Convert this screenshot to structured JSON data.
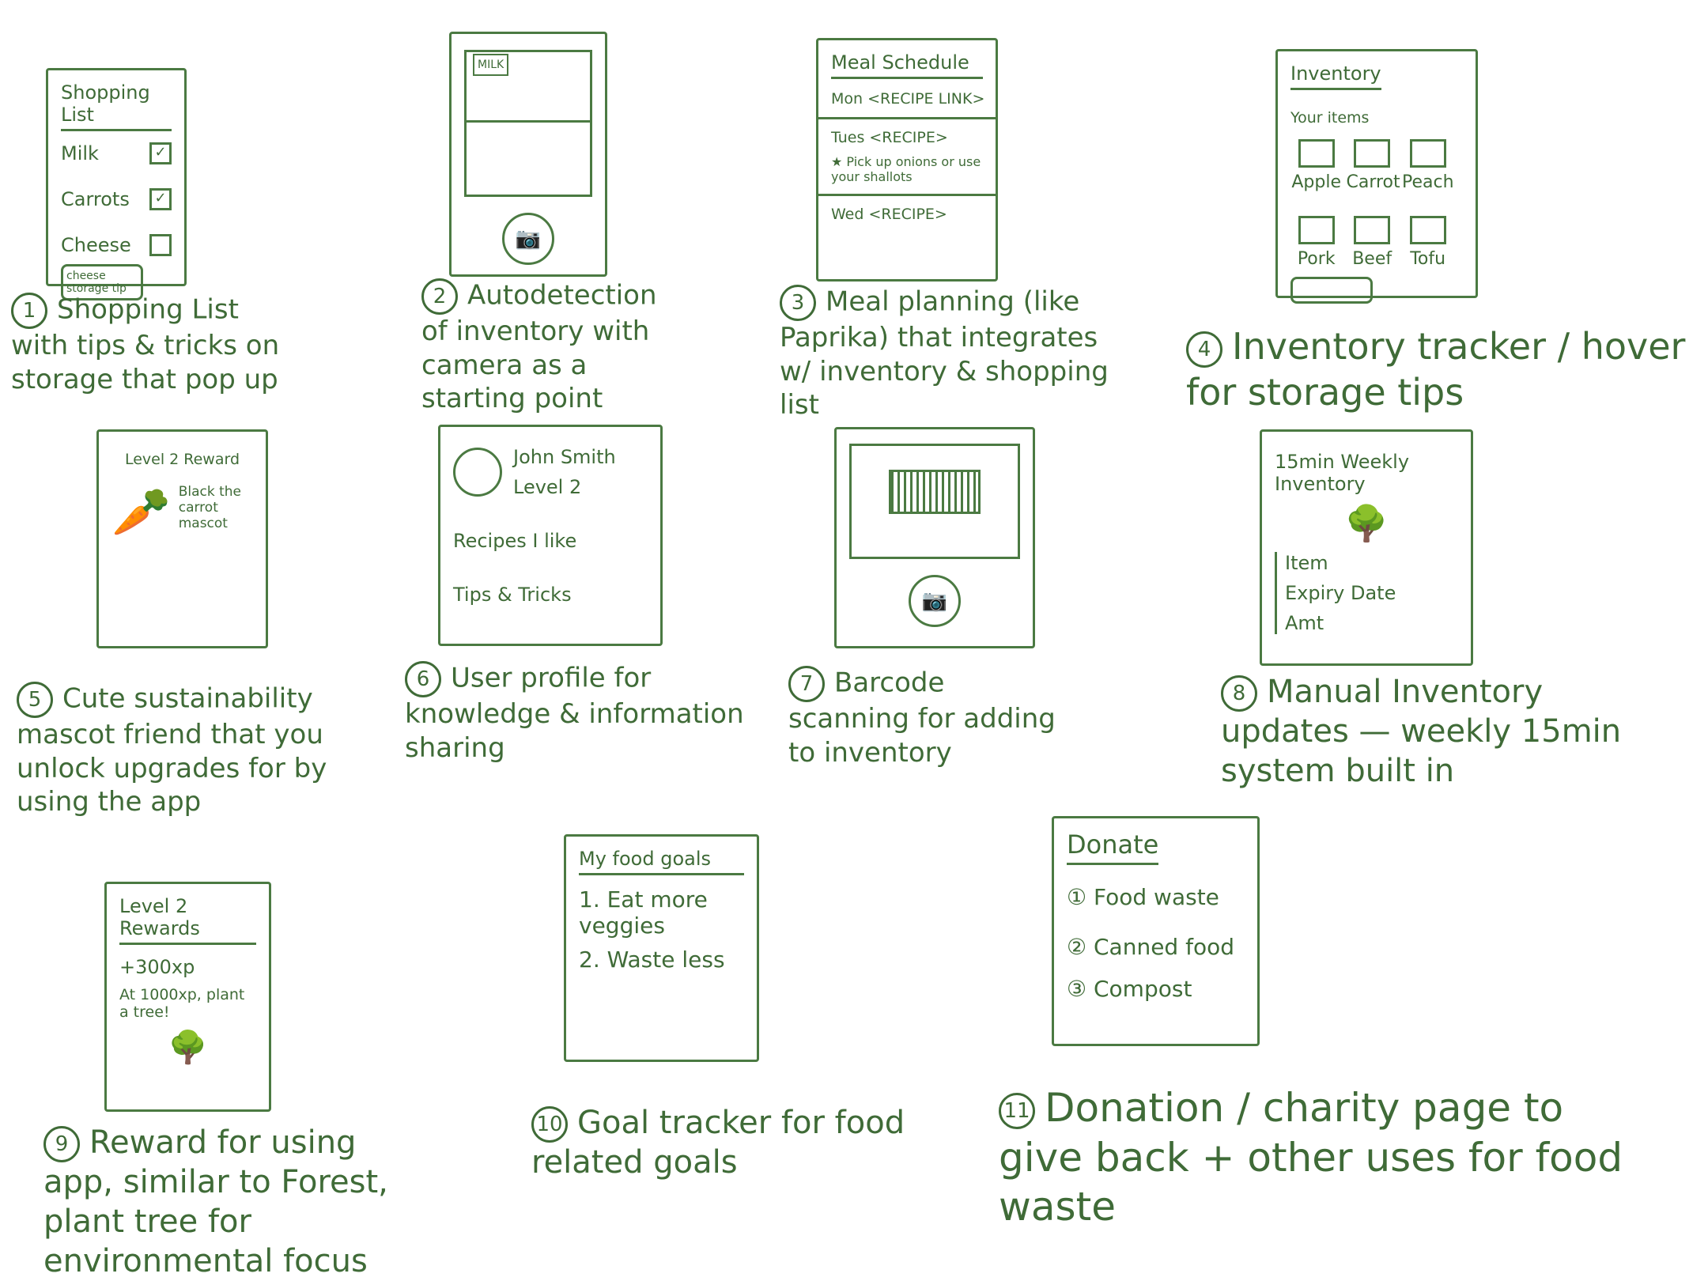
{
  "sketches": [
    {
      "num": "1",
      "frame": {
        "title": "Shopping List",
        "items": [
          {
            "label": "Milk",
            "checked": true
          },
          {
            "label": "Carrots",
            "checked": true
          },
          {
            "label": "Cheese",
            "checked": false
          }
        ],
        "tip": "cheese storage tip"
      },
      "caption": "Shopping List with tips & tricks on storage that pop up"
    },
    {
      "num": "2",
      "frame": {
        "shelf_labels": [
          "MILK"
        ],
        "camera_icon": "camera-icon"
      },
      "caption": "Autodetection of inventory with camera as a starting point"
    },
    {
      "num": "3",
      "frame": {
        "title": "Meal Schedule",
        "rows": [
          "Mon <RECIPE LINK>",
          "Tues <RECIPE>",
          "Wed <RECIPE>"
        ],
        "note": "★ Pick up onions or use your shallots"
      },
      "caption": "Meal planning (like Paprika) that integrates w/ inventory & shopping list"
    },
    {
      "num": "4",
      "frame": {
        "title": "Inventory",
        "subtitle": "Your items",
        "items": [
          "Apple",
          "Carrot",
          "Peach",
          "Pork",
          "Beef",
          "Tofu"
        ]
      },
      "caption": "Inventory tracker / hover for storage tips"
    },
    {
      "num": "5",
      "frame": {
        "title": "Level 2 Reward",
        "mascot_text": "Black the carrot mascot"
      },
      "caption": "Cute sustainability mascot friend that you unlock upgrades for by using the app"
    },
    {
      "num": "6",
      "frame": {
        "name": "John Smith",
        "level": "Level 2",
        "sections": [
          "Recipes I like",
          "Tips & Tricks"
        ]
      },
      "caption": "User profile for knowledge & information sharing"
    },
    {
      "num": "7",
      "frame": {
        "camera_icon": "camera-icon"
      },
      "caption": "Barcode scanning for adding to inventory"
    },
    {
      "num": "8",
      "frame": {
        "title": "15min Weekly Inventory",
        "fields": [
          "Item",
          "Expiry Date",
          "Amt"
        ]
      },
      "caption": "Manual Inventory updates — weekly 15min system built in"
    },
    {
      "num": "9",
      "frame": {
        "title": "Level 2 Rewards",
        "lines": [
          "+300xp",
          "At 1000xp, plant a tree!"
        ]
      },
      "caption": "Reward for using app, similar to Forest, plant tree for environmental focus"
    },
    {
      "num": "10",
      "frame": {
        "title": "My food goals",
        "goals": [
          "1. Eat more veggies",
          "2. Waste less"
        ]
      },
      "caption": "Goal tracker for food related goals"
    },
    {
      "num": "11",
      "frame": {
        "title": "Donate",
        "options": [
          "① Food waste",
          "② Canned food",
          "③ Compost"
        ]
      },
      "caption": "Donation / charity page to give back + other uses for food waste"
    }
  ]
}
